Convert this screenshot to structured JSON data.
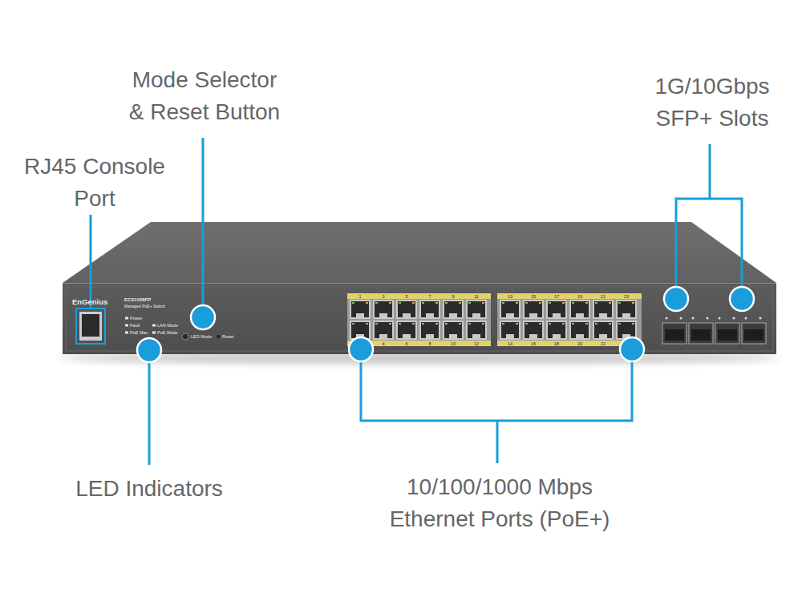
{
  "diagram": {
    "labels": [
      "RJ45 Console Port",
      "Mode Selector & Reset Button",
      "1G/10Gbps SFP+ Slots",
      "LED Indicators",
      "10/100/1000 Mbps Ethernet Ports (PoE+)",
      "EnGenius",
      "ECS1528FP",
      "Managed PoE+ Switch",
      "Power",
      "Fault",
      "LAN Mode",
      "PoE Max",
      "PoE Mode",
      "LED Mode",
      "Reset",
      "1",
      "3",
      "5",
      "7",
      "9",
      "11",
      "13",
      "15",
      "17",
      "19",
      "21",
      "23",
      "4",
      "6",
      "8",
      "10",
      "12",
      "14",
      "16",
      "18",
      "20",
      "22"
    ]
  }
}
